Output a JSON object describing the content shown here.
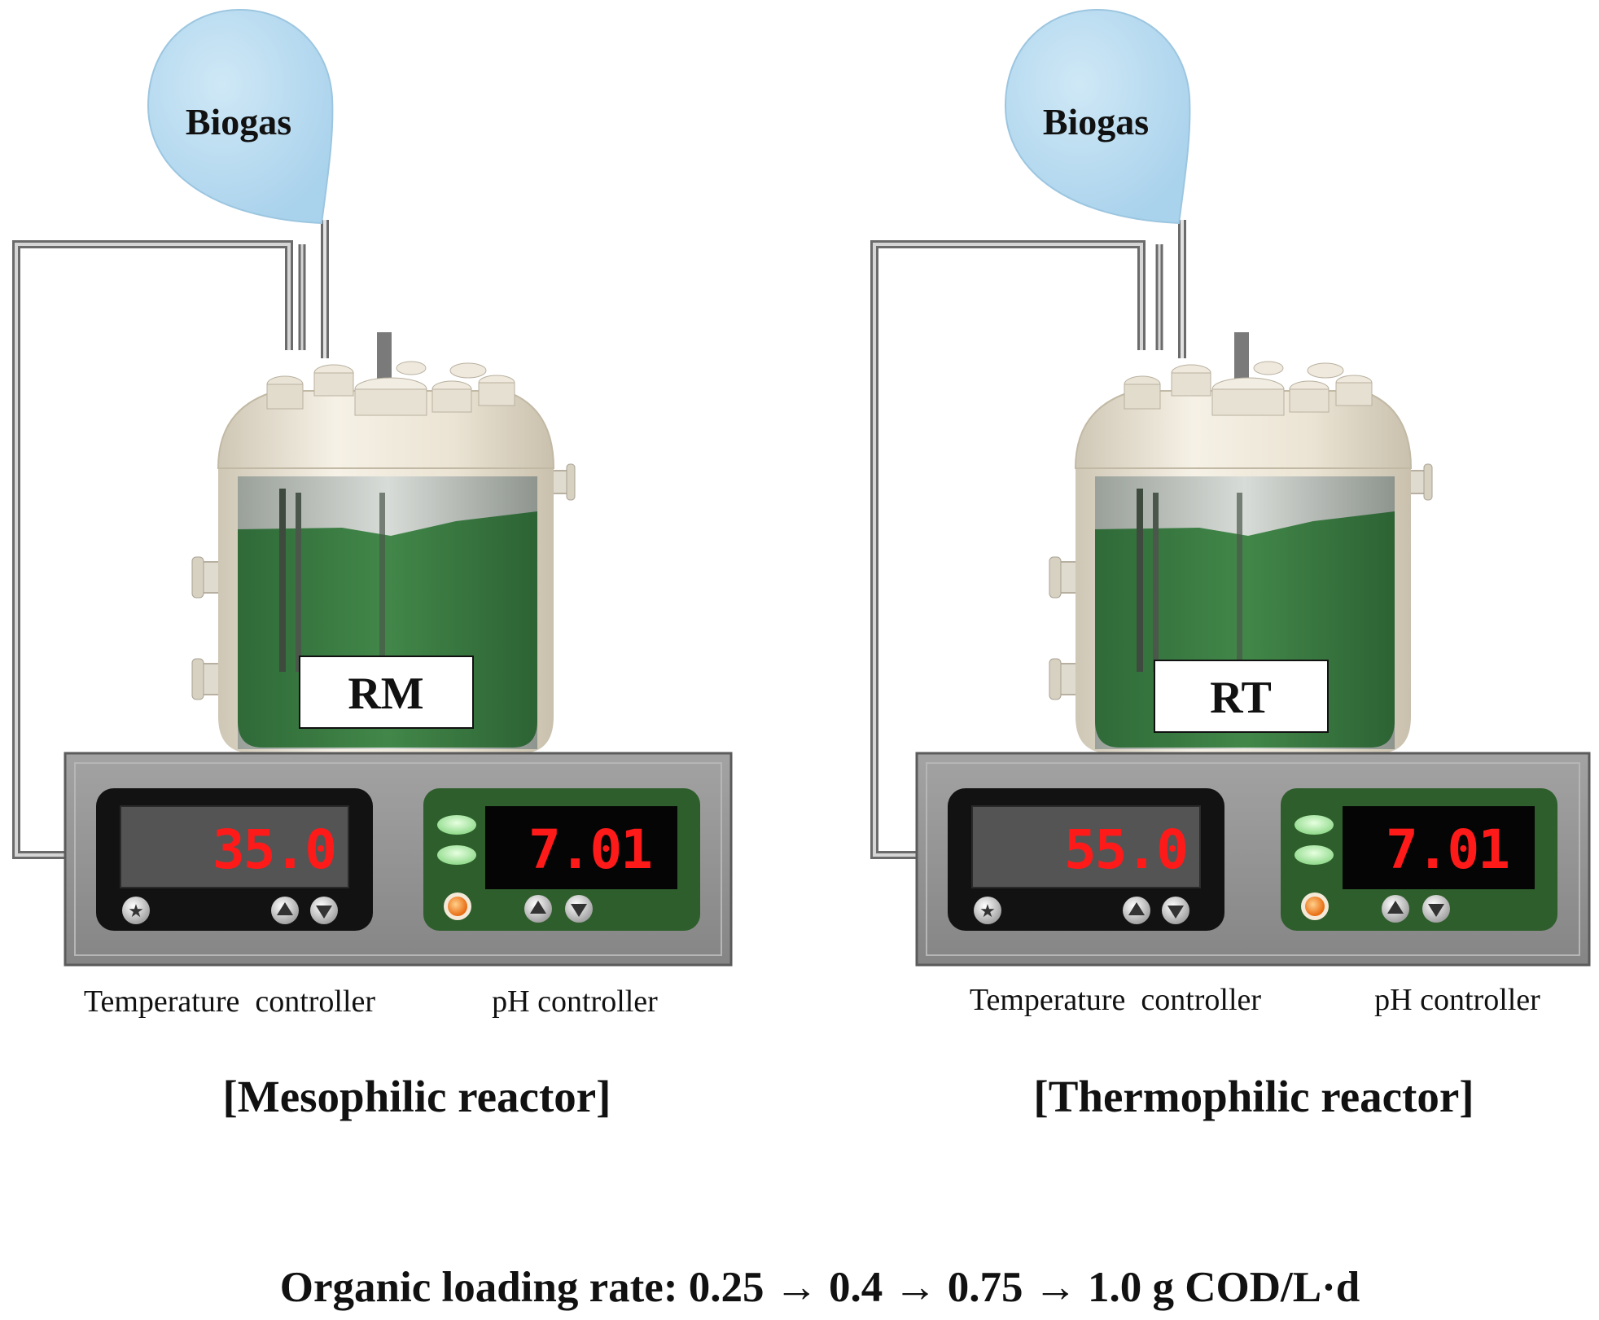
{
  "reactors": [
    {
      "id": "mesophilic",
      "label": "RM",
      "title": "[Mesophilic reactor]",
      "balloon_label": "Biogas",
      "temperature_display": "35.0",
      "ph_display": "7.01",
      "temperature_caption": "Temperature  controller",
      "ph_caption": "pH controller"
    },
    {
      "id": "thermophilic",
      "label": "RT",
      "title": "[Thermophilic reactor]",
      "balloon_label": "Biogas",
      "temperature_display": "55.0",
      "ph_display": "7.01",
      "temperature_caption": "Temperature  controller",
      "ph_caption": "pH controller"
    }
  ],
  "footer": "Organic loading rate: 0.25 → 0.4 → 0.75 → 1.0 g COD/L·d",
  "colors": {
    "balloon": "#b9dcf0",
    "liquid": "#3c7d46",
    "lid": "#ece6d8",
    "panel": "#8f8f8f",
    "readout": "#ff1a1a",
    "temp_controller": "#121212",
    "ph_controller": "#2e5e2c"
  },
  "icons": [
    "star-icon",
    "up-arrow-icon",
    "down-arrow-icon",
    "orange-led-icon",
    "green-led-icon"
  ]
}
